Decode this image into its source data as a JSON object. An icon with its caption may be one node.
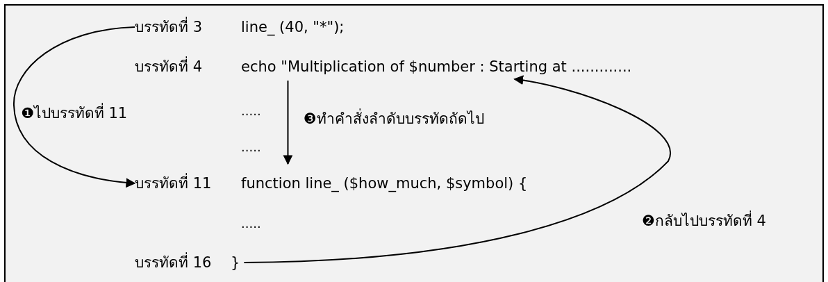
{
  "diagram": {
    "nodes": [
      {
        "text": [],
        "shape": "box"
      },
      {
        "text": [
          "บรรทัดที่ 3"
        ],
        "in": 0
      },
      {
        "text": [
          "line_ (40, \"*\");"
        ],
        "in": 0
      },
      {
        "text": [
          "บรรทัดที่ 4"
        ],
        "in": 0
      },
      {
        "text": [
          "echo \"Multiplication of $number : Starting at ............."
        ],
        "in": 0
      },
      {
        "text": [
          "บรรทัดที่ 11"
        ],
        "in": 0
      },
      {
        "text": [
          "function line_ ($how_much, $symbol) {"
        ],
        "in": 0
      },
      {
        "text": [
          "บรรทัดที่ 16"
        ],
        "in": 0
      },
      {
        "text": [
          "}"
        ],
        "in": 0
      }
    ],
    "edges": [
      {
        "from": 1,
        "to": 5,
        "arrow": "to",
        "label": "❶ไปบรรทัดที่ 11"
      },
      {
        "from": 4,
        "to": 6,
        "arrow": "to",
        "label": "❸ทำคำสั่งลำดับบรรทัดถัดไป"
      },
      {
        "from": 8,
        "to": 4,
        "arrow": "to",
        "label": "❷กลับไปบรรทัดที่ 4"
      }
    ],
    "labels": [
      ".....",
      ".....",
      "....."
    ]
  }
}
